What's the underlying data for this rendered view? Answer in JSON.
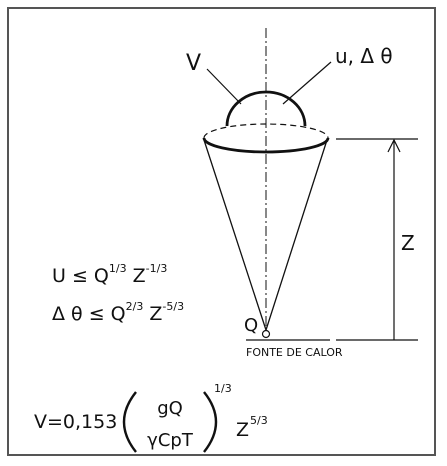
{
  "colors": {
    "stroke": "#111111",
    "frame": "#555555",
    "background": "#ffffff"
  },
  "labels": {
    "v": "V",
    "u_dtheta": "u, Δ θ",
    "z": "Z",
    "q": "Q",
    "source": "FONTE DE CALOR"
  },
  "equations": {
    "eq1": {
      "lhs": "U ≤ Q",
      "exp1": "1/3",
      "mid": " Z",
      "exp2": "-1/3"
    },
    "eq2": {
      "lhs": "Δ θ ≤ Q",
      "exp1": "2/3",
      "mid": " Z",
      "exp2": "-5/3"
    },
    "eq3": {
      "lhs": "V=0,153",
      "numerator": "gQ",
      "denominator": "γCpT",
      "exp1": "1/3",
      "var": "Z",
      "exp2": "5/3"
    }
  }
}
